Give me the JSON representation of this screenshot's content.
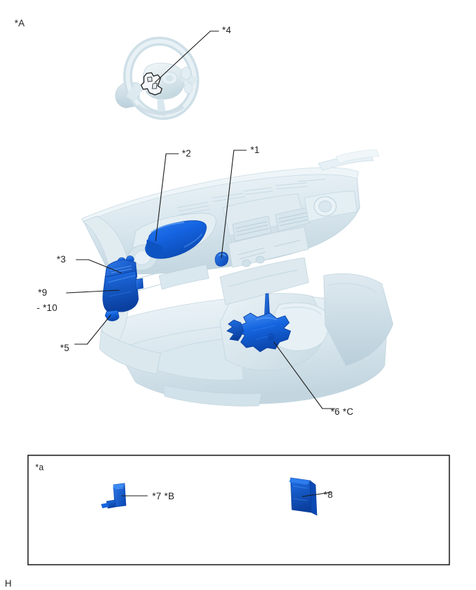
{
  "figure": {
    "title_tag": "*A",
    "bottom_tag": "H",
    "inset_tag": "*a",
    "labels": {
      "a_top": "*A",
      "n1": "*1",
      "n2": "*2",
      "n3": "*3",
      "n4": "*4",
      "n5": "*5",
      "n6c": "*6 *C",
      "n7b": "*7  *B",
      "n8": "*8",
      "n9": "*9",
      "n10": "- *10",
      "inset": "*a",
      "footer": "H"
    },
    "colors": {
      "highlight_blue": "#1565e0",
      "highlight_blue_dark": "#0c47b0",
      "highlight_blue_light": "#3f8ef7",
      "body_light": "#e3edf2",
      "body_mid": "#ccdde6",
      "body_shadow": "#b4cbd7",
      "outline": "#1a1a1a",
      "page_bg": "#ffffff"
    },
    "views": [
      {
        "name": "steering-wheel-view",
        "tag": "*A",
        "callouts": [
          "*4"
        ]
      },
      {
        "name": "instrument-panel-view",
        "callouts": [
          "*1",
          "*2",
          "*3",
          "*5",
          "*6 *C",
          "*9",
          "- *10"
        ]
      },
      {
        "name": "detail-inset-box",
        "tag": "*a",
        "callouts": [
          "*7  *B",
          "*8"
        ]
      }
    ]
  }
}
